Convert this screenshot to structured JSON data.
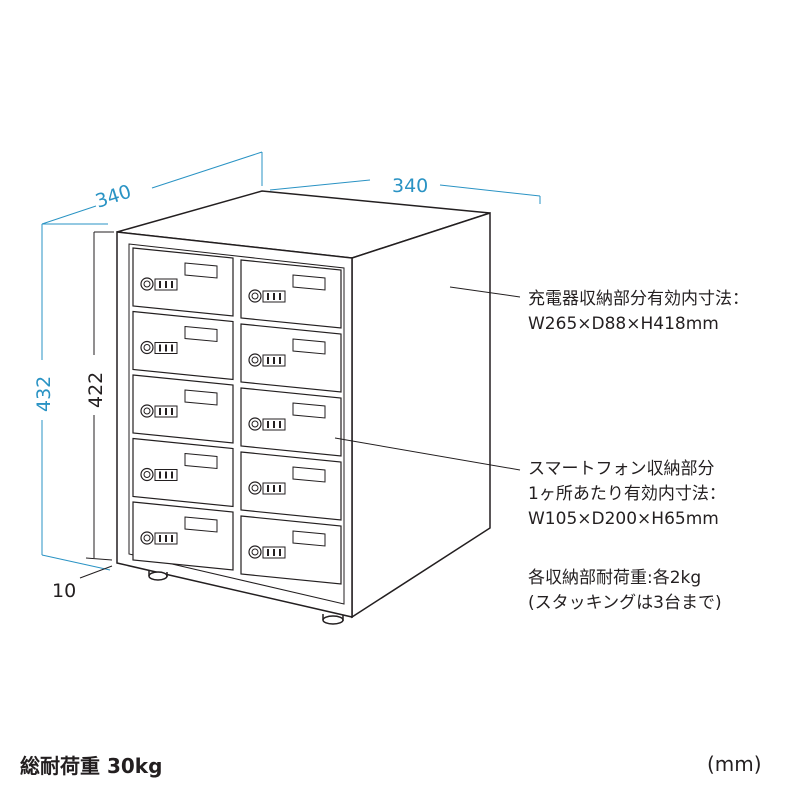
{
  "dimensions": {
    "depth": "340",
    "width": "340",
    "total_height": "432",
    "body_height": "422",
    "foot_height": "10"
  },
  "notes": {
    "charger_title": "充電器収納部分有効内寸法：",
    "charger_size": "W265×D88×H418mm",
    "phone_title": "スマートフォン収納部分",
    "phone_sub": "1ヶ所あたり有効内寸法：",
    "phone_size": "W105×D200×H65mm",
    "load_each": "各収納部耐荷重:各2kg",
    "stacking": "(スタッキングは3台まで)"
  },
  "footer": {
    "total_load": "総耐荷重 30kg",
    "unit": "(mm)"
  },
  "colors": {
    "dimension": "#2a93c4",
    "line": "#231f20"
  },
  "icons": {
    "lock": "dial-lock-icon"
  }
}
